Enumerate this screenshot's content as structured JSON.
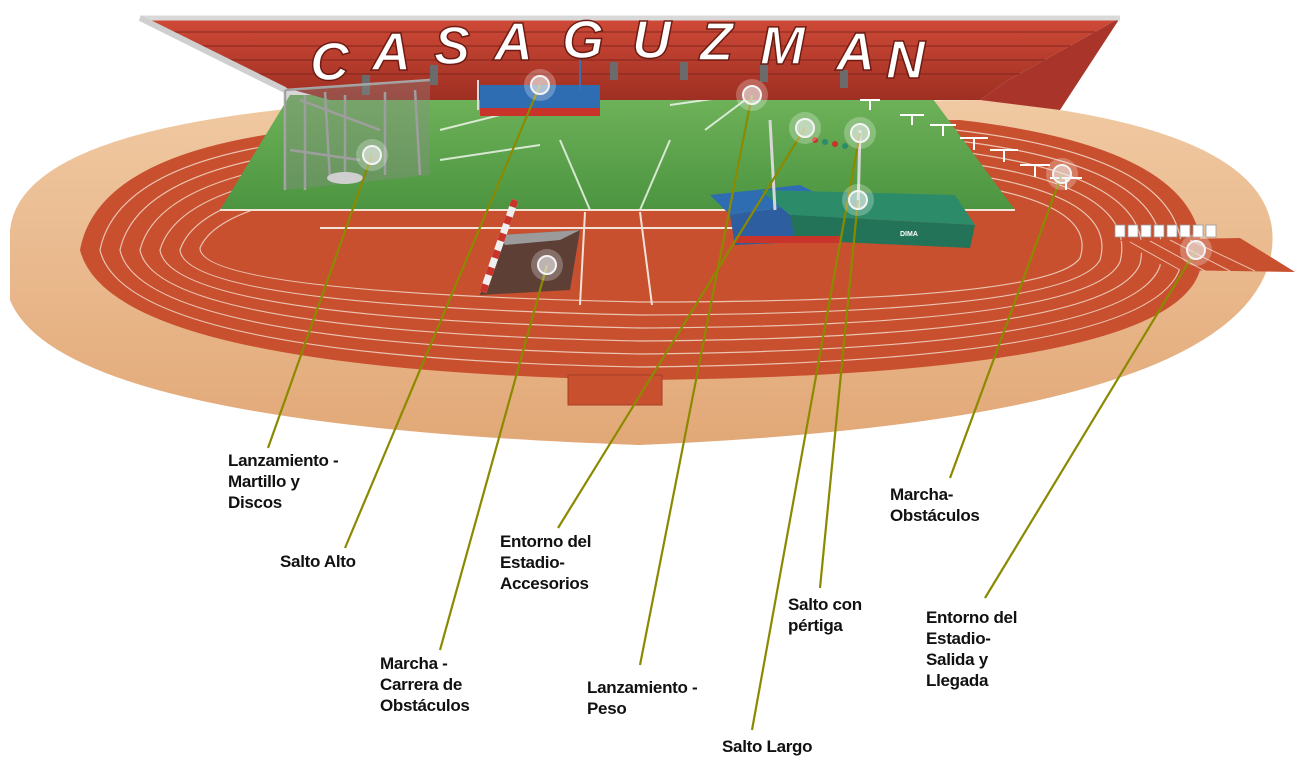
{
  "brand": {
    "letters": [
      "C",
      "A",
      "S",
      "A",
      "G",
      "U",
      "Z",
      "M",
      "A",
      "N"
    ]
  },
  "colors": {
    "track": "#c8502f",
    "track_outer": "#e7b080",
    "grass": "#5aa34a",
    "stands": "#b83a2c",
    "leader_line": "#8a8a00",
    "mat_blue": "#2f6db3",
    "mat_green": "#2c8c6a"
  },
  "callouts": [
    {
      "id": "hammer-discus",
      "lines": [
        "Lanzamiento -",
        "Martillo y",
        "Discos"
      ]
    },
    {
      "id": "high-jump",
      "lines": [
        "Salto Alto"
      ]
    },
    {
      "id": "steeplechase",
      "lines": [
        "Marcha -",
        "Carrera de",
        "Obstáculos"
      ]
    },
    {
      "id": "accessories",
      "lines": [
        "Entorno del",
        "Estadio-",
        "Accesorios"
      ]
    },
    {
      "id": "shot-put",
      "lines": [
        "Lanzamiento -",
        "Peso"
      ]
    },
    {
      "id": "long-jump",
      "lines": [
        "Salto Largo"
      ]
    },
    {
      "id": "pole-vault",
      "lines": [
        "Salto con",
        "pértiga"
      ]
    },
    {
      "id": "hurdles",
      "lines": [
        "Marcha-",
        "Obstáculos"
      ]
    },
    {
      "id": "start-finish",
      "lines": [
        "Entorno del",
        "Estadio-",
        "Salida y",
        "Llegada"
      ]
    }
  ]
}
